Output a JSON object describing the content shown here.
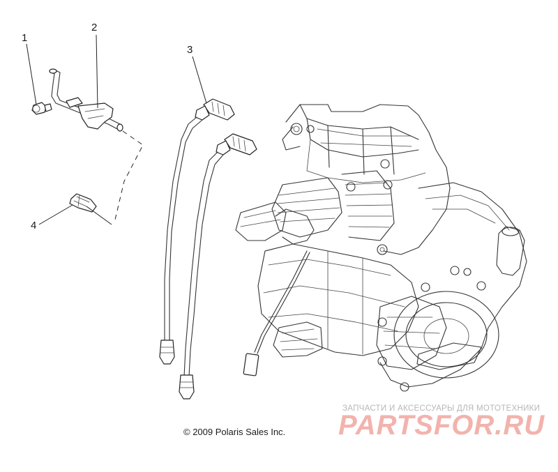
{
  "diagram": {
    "callouts": [
      {
        "label": "1"
      },
      {
        "label": "2"
      },
      {
        "label": "3"
      },
      {
        "label": "4"
      }
    ],
    "copyright": "© 2009 Polaris Sales Inc.",
    "watermark": {
      "tagline": "ЗАПЧАСТИ И АКСЕССУАРЫ ДЛЯ МОТОТЕХНИКИ",
      "logo_text": "PARTSFOR.RU"
    }
  }
}
